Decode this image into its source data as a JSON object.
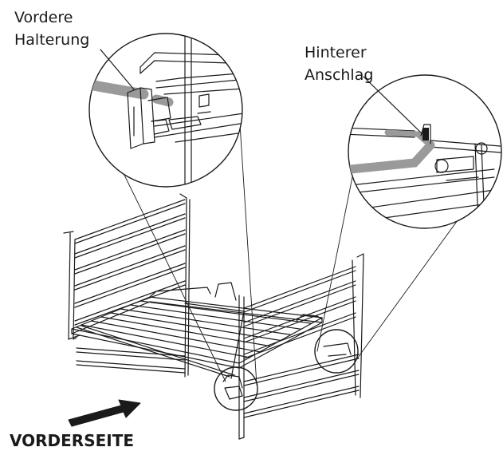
{
  "labels": {
    "front_holder_line1": "Vordere",
    "front_holder_line2": "Halterung",
    "rear_stop_line1": "Hinterer",
    "rear_stop_line2": "Anschlag",
    "front_side": "VORDERSEITE"
  },
  "colors": {
    "line": "#1a1a1a",
    "rail_grey": "#9a9a9a",
    "background": "#ffffff"
  }
}
